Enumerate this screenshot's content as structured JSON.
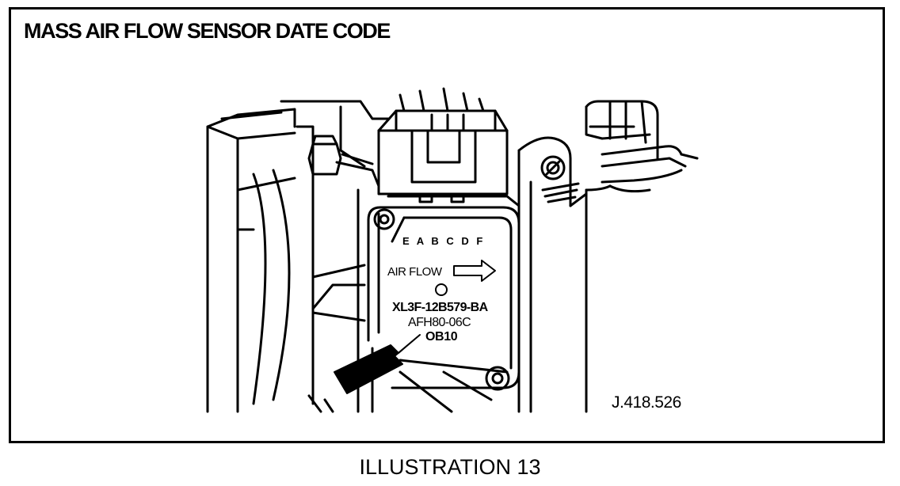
{
  "title": "MASS AIR FLOW SENSOR DATE CODE",
  "caption": "ILLUSTRATION 13",
  "reference_code": "J.418.526",
  "label": {
    "pins": "E A B C D F",
    "airflow": "AIR FLOW",
    "part_number": "XL3F-12B579-BA",
    "calibration": "AFH80-06C",
    "date_code": "OB10"
  }
}
